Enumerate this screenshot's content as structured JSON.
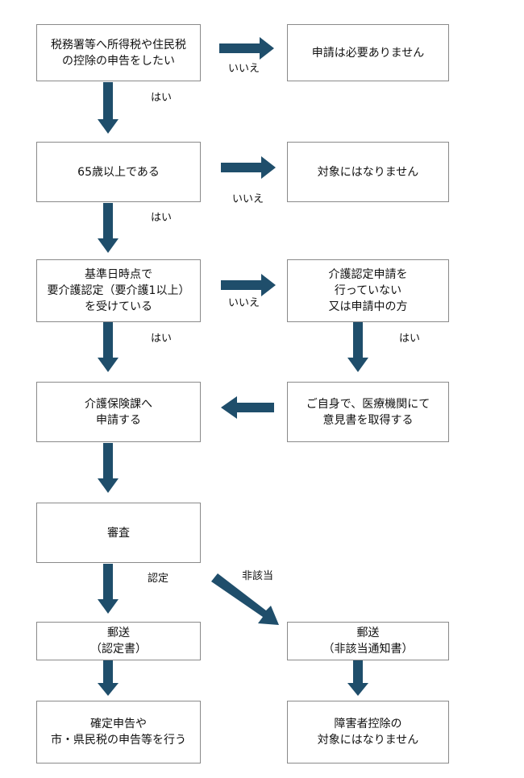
{
  "colors": {
    "arrow": "#1f4e6b",
    "border": "#8a8a8a"
  },
  "boxes": {
    "q1": "税務署等へ所得税や住民税\nの控除の申告をしたい",
    "not_required": "申請は必要ありません",
    "q2": "65歳以上である",
    "not_eligible": "対象にはなりません",
    "q3": "基準日時点で\n要介護認定（要介護1以上）\nを受けている",
    "not_applied": "介護認定申請を\n行っていない\n又は申請中の方",
    "apply": "介護保険課へ\n申請する",
    "get_opinion": "ご自身で、医療機関にて\n意見書を取得する",
    "review": "審査",
    "mail_cert": "郵送\n（認定書）",
    "mail_nonapplicable": "郵送\n（非該当通知書）",
    "final_declare": "確定申告や\n市・県民税の申告等を行う",
    "final_not_eligible": "障害者控除の\n対象にはなりません"
  },
  "labels": {
    "yes": "はい",
    "no": "いいえ",
    "certified": "認定",
    "non_applicable": "非該当"
  }
}
